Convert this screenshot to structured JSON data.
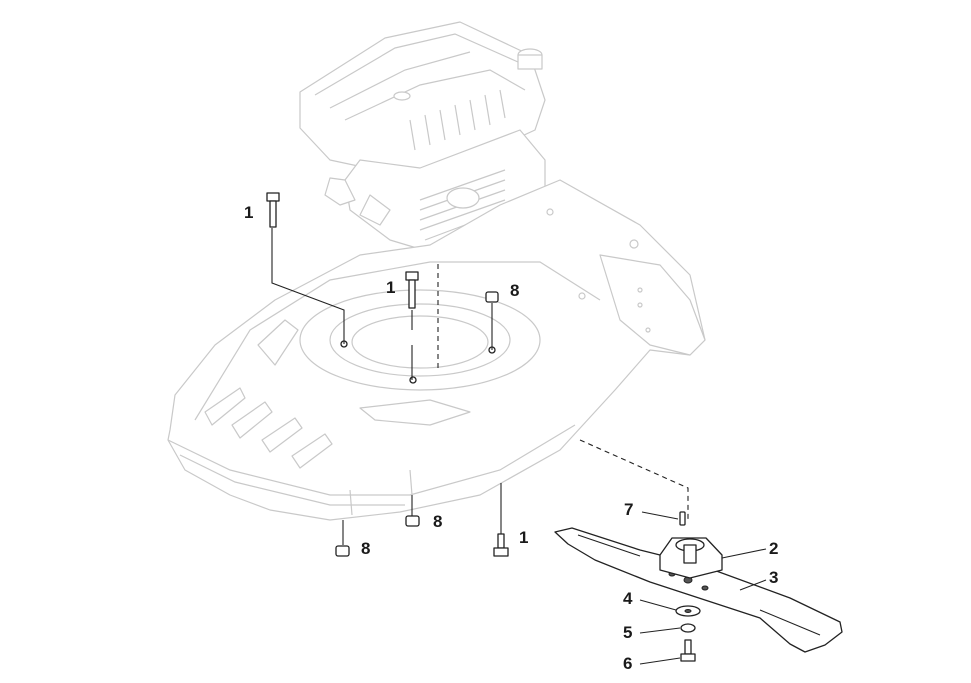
{
  "diagram": {
    "title": "Mower deck, engine mounting and blade assembly exploded view",
    "callouts": {
      "engine_bolt_left": "1",
      "engine_bolt_center": "1",
      "engine_nut_right": "8",
      "deck_bolt_bottom": "1",
      "deck_nut_bottom_center": "8",
      "deck_nut_bottom_left": "8",
      "blade_key": "7",
      "blade_adapter": "2",
      "blade": "3",
      "washer": "4",
      "spring_washer": "5",
      "blade_bolt": "6"
    }
  }
}
